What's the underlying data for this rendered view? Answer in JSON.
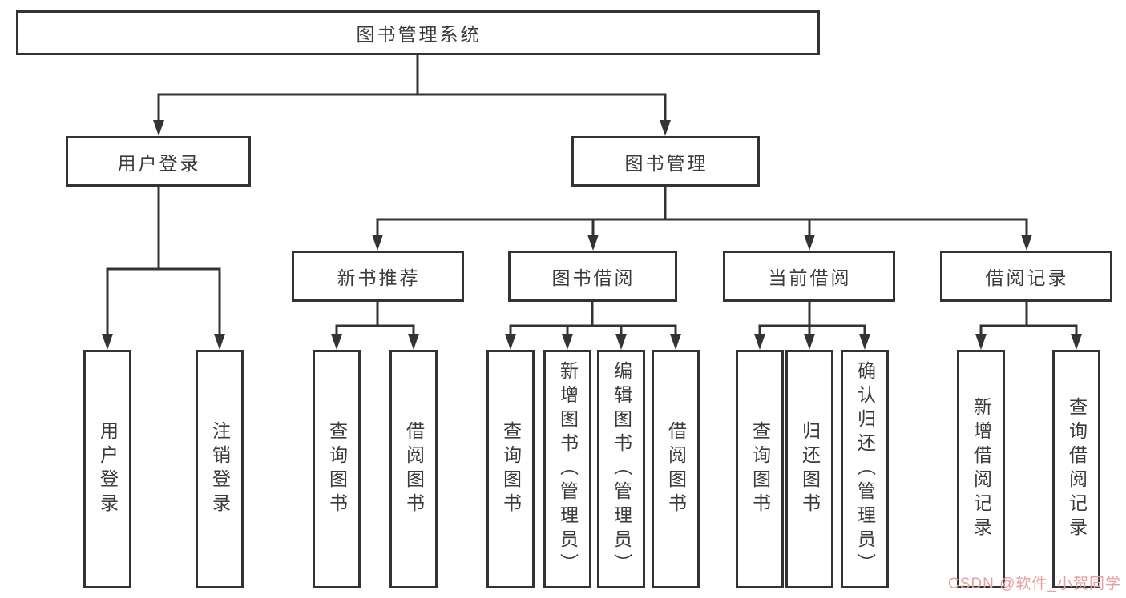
{
  "diagram": {
    "title": "图书管理系统",
    "root": {
      "label": "图书管理系统"
    },
    "level2": {
      "user_login": {
        "label": "用户登录"
      },
      "book_mgmt": {
        "label": "图书管理"
      }
    },
    "level3": {
      "new_book_rec": {
        "label": "新书推荐"
      },
      "book_borrow": {
        "label": "图书借阅"
      },
      "current_borrow": {
        "label": "当前借阅"
      },
      "borrow_records": {
        "label": "借阅记录"
      }
    },
    "leaves": {
      "login": {
        "label": "用户登录"
      },
      "logout": {
        "label": "注销登录"
      },
      "nb_query": {
        "label": "查询图书"
      },
      "nb_borrow": {
        "label": "借阅图书"
      },
      "bb_query": {
        "label": "查询图书"
      },
      "bb_add": {
        "label": "新增图书（管理员）"
      },
      "bb_edit": {
        "label": "编辑图书（管理员）"
      },
      "bb_borrow": {
        "label": "借阅图书"
      },
      "cb_query": {
        "label": "查询图书"
      },
      "cb_return": {
        "label": "归还图书"
      },
      "cb_confirm": {
        "label": "确认归还（管理员）"
      },
      "br_add": {
        "label": "新增借阅记录"
      },
      "br_query": {
        "label": "查询借阅记录"
      }
    },
    "watermark": "CSDN @软件_小贺同学",
    "colors": {
      "line": "#333333",
      "text": "#3b3b3b",
      "background": "#ffffff",
      "watermark": "#e89f9f"
    }
  }
}
